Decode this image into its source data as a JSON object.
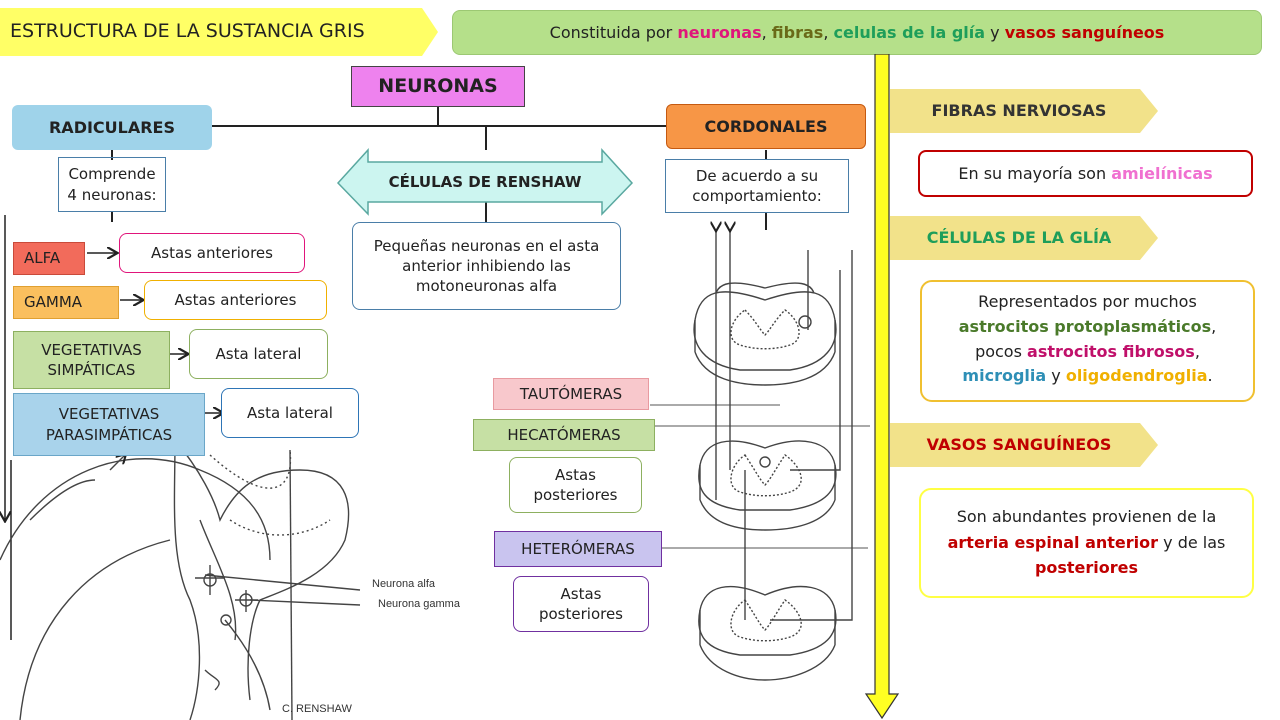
{
  "header": {
    "title": "ESTRUCTURA DE LA SUSTANCIA GRIS",
    "subtitle_prefix": "Constituida por",
    "subtitle_neuronas": "neuronas",
    "subtitle_sep1": ",",
    "subtitle_fibras": "fibras",
    "subtitle_sep2": ",",
    "subtitle_glia": "celulas de la glía",
    "subtitle_y": "y",
    "subtitle_vasos": "vasos sanguíneos"
  },
  "neuronas": {
    "title": "NEURONAS",
    "radiculares": {
      "title": "RADICULARES",
      "comprende": "Comprende 4 neuronas:",
      "items": [
        {
          "type": "ALFA",
          "location": "Astas anteriores"
        },
        {
          "type": "GAMMA",
          "location": "Astas anteriores"
        },
        {
          "type": "VEGETATIVAS SIMPÁTICAS",
          "location": "Asta lateral"
        },
        {
          "type": "VEGETATIVAS PARASIMPÁTICAS",
          "location": "Asta lateral"
        }
      ]
    },
    "renshaw": {
      "title": "CÉLULAS DE RENSHAW",
      "desc": "Pequeñas neuronas en el asta anterior inhibiendo las motoneuronas alfa"
    },
    "cordonales": {
      "title": "CORDONALES",
      "desc": "De acuerdo a su comportamiento:",
      "tautomeras": "TAUTÓMERAS",
      "hecatomeras": "HECATÓMERAS",
      "hecatomeras_loc": "Astas posteriores",
      "heteromeras": "HETERÓMERAS",
      "heteromeras_loc": "Astas posteriores"
    }
  },
  "figure_labels": {
    "alfa": "Neurona alfa",
    "gamma": "Neurona gamma",
    "renshaw": "C. RENSHAW"
  },
  "right": {
    "fibras": {
      "title": "FIBRAS NERVIOSAS",
      "desc_prefix": "En su mayoría son",
      "desc_hl": "amielínicas"
    },
    "glia": {
      "title": "CÉLULAS DE LA GLÍA",
      "t1": "Representados por muchos",
      "h1": "astrocitos protoplasmáticos",
      "t2": ", pocos",
      "h2": "astrocitos fibrosos",
      "t3": ",",
      "h3": "microglia",
      "t4": "y",
      "h4": "oligodendroglia",
      "t5": "."
    },
    "vasos": {
      "title": "VASOS SANGUÍNEOS",
      "t1": "Son abundantes provienen de la",
      "h1": "arteria espinal anterior",
      "t2": "y de las",
      "h2": "posteriores"
    }
  },
  "colors": {
    "title_arrow": "#ffff66",
    "subtitle_bg": "#b5e08a",
    "neuronas_bg": "#ee82ee",
    "radiculares_bg": "#9fd3ea",
    "cordonales_bg": "#f79646",
    "renshaw_bg": "#ccf5f0",
    "alfa_bg": "#f26b5b",
    "gamma_bg": "#fabf5e",
    "veg_simp_bg": "#c6e0a4",
    "veg_para_bg": "#a9d3eb",
    "tautomeras_bg": "#f8c8cc",
    "hecatomeras_bg": "#c6e0a4",
    "heteromeras_bg": "#c9c4ef",
    "right_arrow_bg": "#f2e28a",
    "vertical_arrow": "#ffff22"
  }
}
